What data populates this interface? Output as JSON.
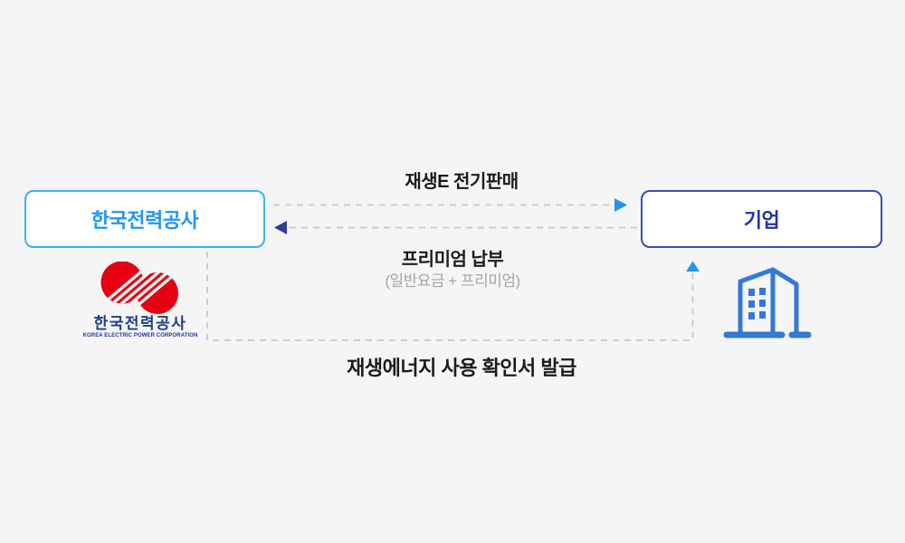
{
  "diagram": {
    "background_color": "#f5f5f5",
    "dash_line_color": "#cdcdcd",
    "nodes": {
      "kepco": {
        "label": "한국전력공사",
        "border_color": "#3bb0f2",
        "text_color": "#2196f3"
      },
      "company": {
        "label": "기업",
        "border_color": "#3c4cb2",
        "text_color": "#2733a0"
      }
    },
    "flows": {
      "sell": {
        "label": "재생E 전기판매",
        "direction": "kepco-to-company",
        "arrow_color": "#2196f3"
      },
      "premium": {
        "label": "프리미엄 납부",
        "sublabel": "(일반요금 + 프리미엄)",
        "direction": "company-to-kepco",
        "arrow_color": "#2c3f9a"
      },
      "certificate": {
        "label": "재생에너지 사용 확인서 발급",
        "direction": "kepco-to-company",
        "arrow_color": "#2196f3"
      }
    },
    "kepco_logo": {
      "korean": "한국전력공사",
      "english": "KOREA ELECTRIC POWER CORPORATION",
      "emblem_color": "#e60012",
      "text_color": "#1e3c90"
    },
    "building_icon_color": "#3478d8"
  }
}
